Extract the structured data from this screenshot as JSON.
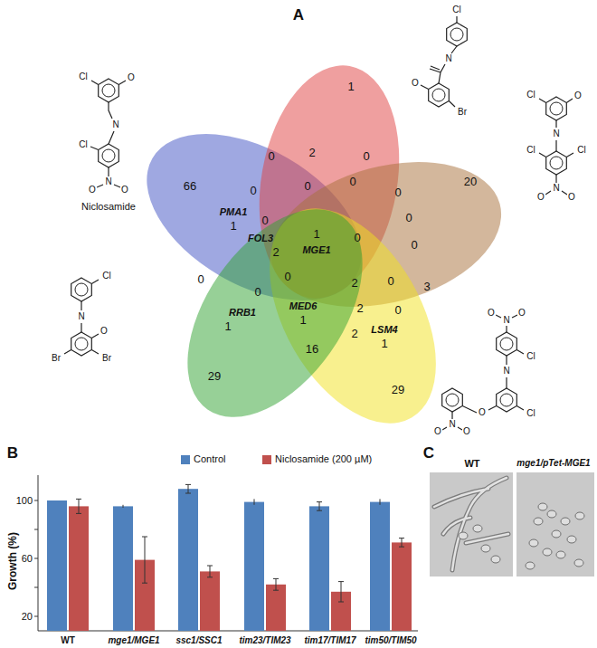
{
  "diagram": {
    "labels": [
      "A",
      "1",
      "0",
      "2",
      "0",
      "20",
      "66",
      "0",
      "0",
      "0",
      "0",
      "PMA1",
      "1",
      "0",
      "0",
      "FOL3",
      "2",
      "1",
      "MGE1",
      "0",
      "0",
      "0",
      "0",
      "0",
      "2",
      "0",
      "3",
      "RRB1",
      "1",
      "MED6",
      "1",
      "2",
      "0",
      "2",
      "LSM4",
      "1",
      "16",
      "29",
      "29",
      "Cl",
      "N",
      "O",
      "Br",
      "Cl",
      "O",
      "N",
      "Cl",
      "N",
      "O",
      "O",
      "Niclosamide",
      "Cl",
      "O",
      "N",
      "Cl",
      "Cl",
      "N",
      "O",
      "O",
      "Cl",
      "N",
      "O",
      "Br",
      "Br",
      "N",
      "O",
      "O",
      "Cl",
      "N",
      "Cl",
      "O",
      "N",
      "O",
      "O",
      "B",
      "Growth (%)",
      "100",
      "60",
      "20",
      "WT",
      "mge1/MGE1",
      "ssc1/SSC1",
      "tim23/TIM23",
      "tim17/TIM17",
      "tim50/TIM50",
      "C",
      "WT",
      "mge1/pTet-MGE1"
    ],
    "legend": [
      {
        "text": "Control",
        "color": "#4f81bd"
      },
      {
        "text": "Niclosamide (200 µM)",
        "color": "#c0504d"
      }
    ]
  }
}
